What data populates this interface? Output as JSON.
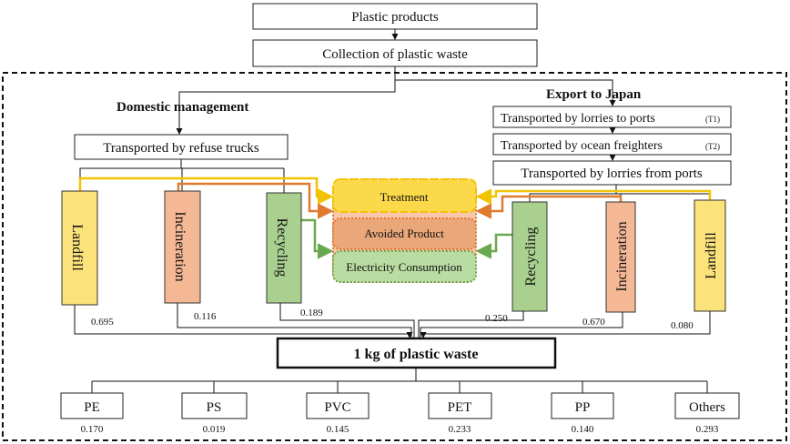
{
  "top": {
    "products": "Plastic products",
    "collection": "Collection of plastic waste"
  },
  "domestic": {
    "heading": "Domestic management",
    "transport": "Transported by refuse trucks",
    "routes": [
      {
        "label": "Landfill",
        "value": "0.695"
      },
      {
        "label": "Incineration",
        "value": "0.116"
      },
      {
        "label": "Recycling",
        "value": "0.189"
      }
    ]
  },
  "export": {
    "heading": "Export to Japan",
    "steps": [
      {
        "label": "Transported by lorries to ports",
        "tag": "(T1)"
      },
      {
        "label": "Transported by ocean freighters",
        "tag": "(T2)"
      },
      {
        "label": "Transported by lorries from ports",
        "tag": ""
      }
    ],
    "routes": [
      {
        "label": "Recycling",
        "value": "0.250"
      },
      {
        "label": "Incineration",
        "value": "0.670"
      },
      {
        "label": "Landfill",
        "value": "0.080"
      }
    ]
  },
  "center": {
    "treatment": "Treatment",
    "avoided": "Avoided Product",
    "electricity": "Electricity Consumption"
  },
  "functional_unit": "1 kg of plastic waste",
  "composition": [
    {
      "label": "PE",
      "value": "0.170"
    },
    {
      "label": "PS",
      "value": "0.019"
    },
    {
      "label": "PVC",
      "value": "0.145"
    },
    {
      "label": "PET",
      "value": "0.233"
    },
    {
      "label": "PP",
      "value": "0.140"
    },
    {
      "label": "Others",
      "value": "0.293"
    }
  ],
  "colors": {
    "landfill": "#fbe27a",
    "incineration": "#f5b895",
    "recycling": "#a9d08e",
    "yellow_line": "#f2c400",
    "orange_line": "#e07a2e",
    "green_line": "#6aa84f"
  }
}
